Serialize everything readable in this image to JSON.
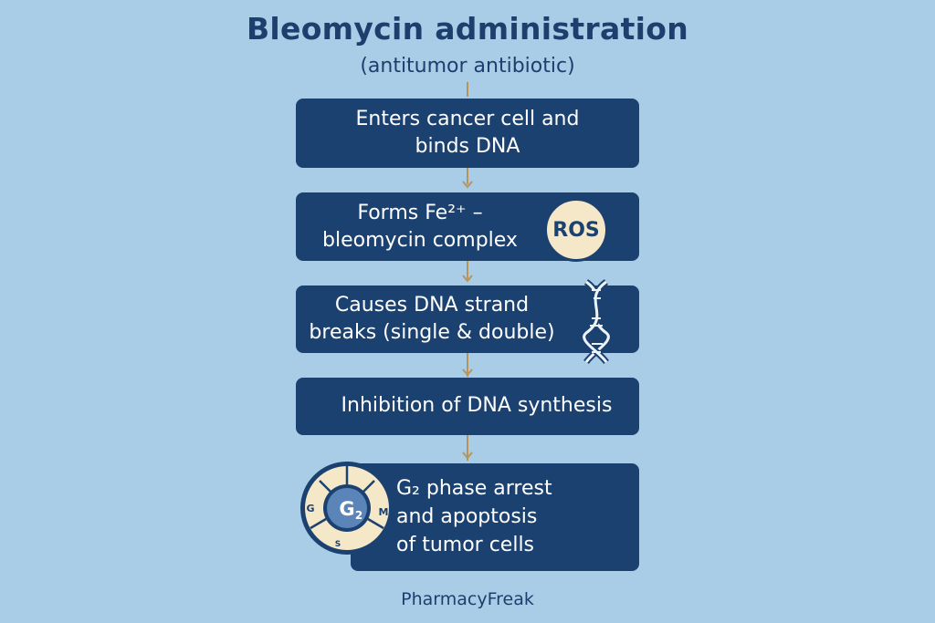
{
  "title": "Bleomycin administration",
  "subtitle": "(antitumor antibiotic)",
  "steps": [
    {
      "line1": "Enters cancer cell and",
      "line2": "binds DNA"
    },
    {
      "line1": "Forms Fe²⁺ –",
      "line2": "bleomycin complex",
      "badge": "ROS"
    },
    {
      "line1": "Causes DNA strand",
      "line2": "breaks (single & double)"
    },
    {
      "line1": "Inhibition of DNA synthesis"
    },
    {
      "line1": "G₂ phase arrest",
      "line2": "and apoptosis",
      "line3": "of tumor cells"
    }
  ],
  "cell_cycle": {
    "center": "G2",
    "labels": {
      "left": "G",
      "right": "M",
      "bottom": "S"
    }
  },
  "footer": "PharmacyFreak",
  "colors": {
    "background": "#a9cde6",
    "box": "#1b4170",
    "arrow": "#b8945a",
    "accent": "#f5e8c8"
  },
  "icons": [
    "ros-badge",
    "dna-helix-icon",
    "cell-cycle-icon",
    "down-arrow-icon"
  ]
}
